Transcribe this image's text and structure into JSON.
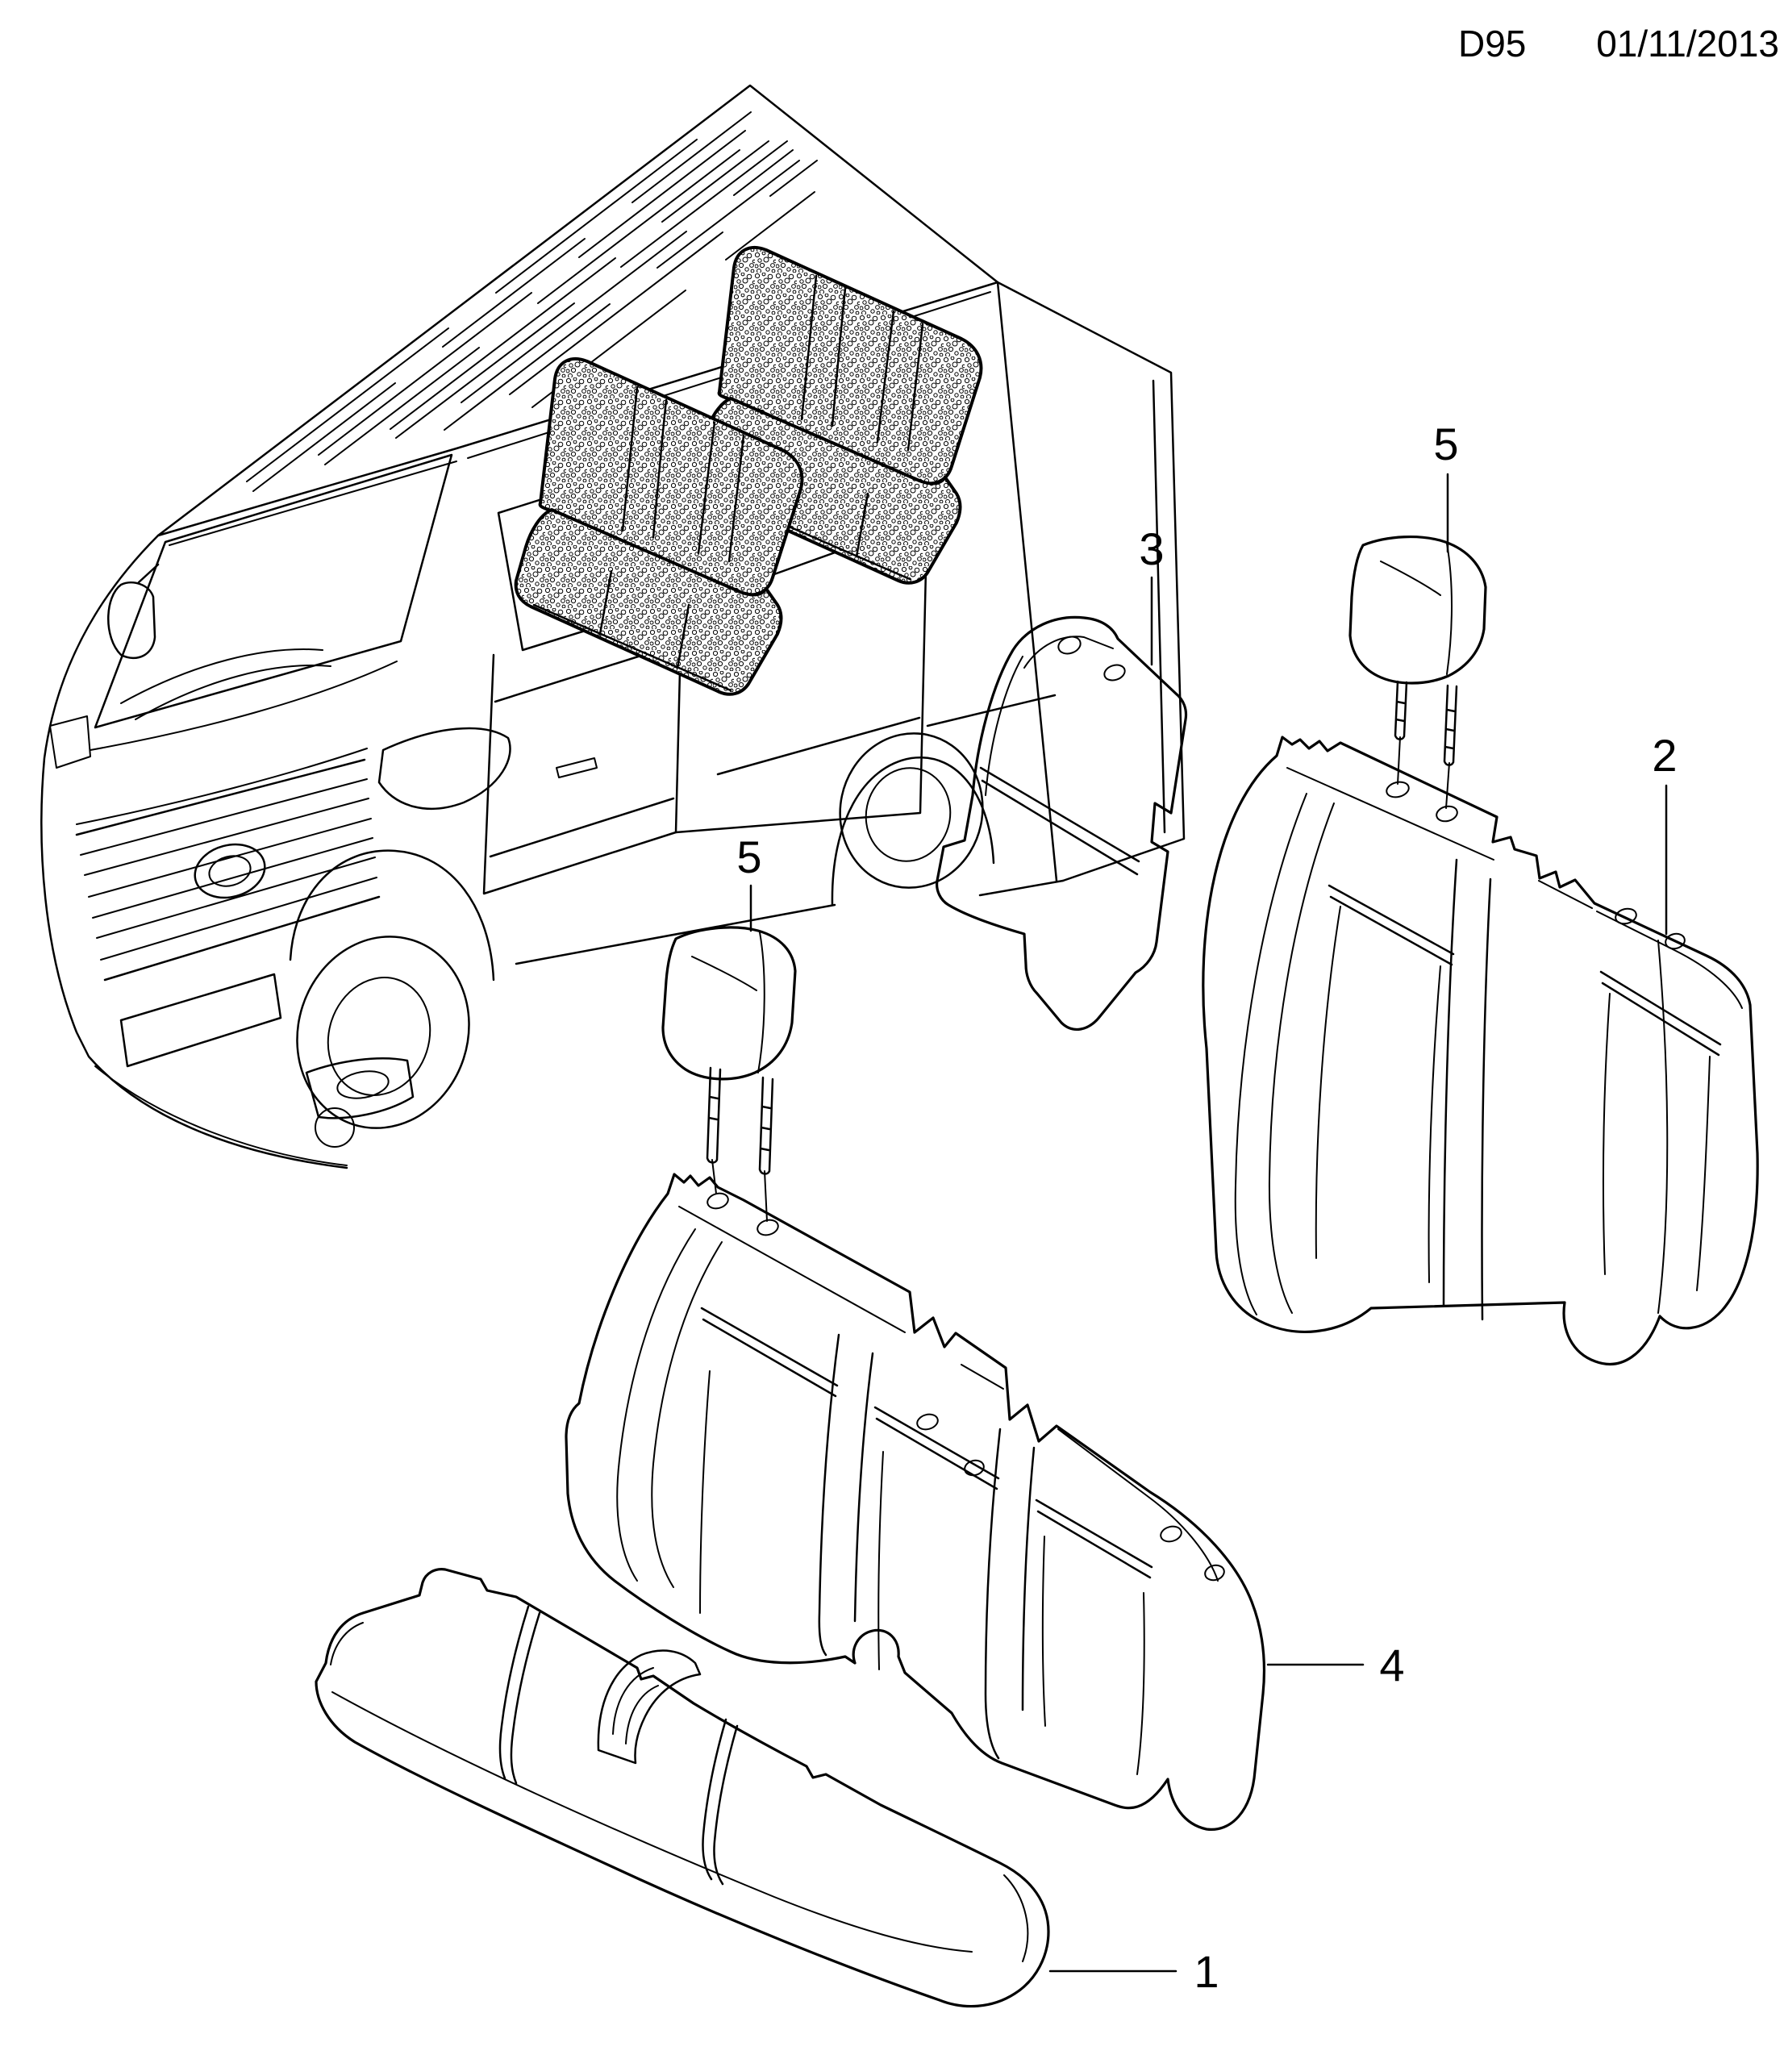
{
  "header": {
    "code": "D95",
    "date": "01/11/2013"
  },
  "callouts": {
    "part3": "3",
    "part5_right": "5",
    "part2": "2",
    "part5_left": "5",
    "part4": "4",
    "part1": "1"
  },
  "colors": {
    "line": "#000000",
    "background": "#ffffff"
  }
}
